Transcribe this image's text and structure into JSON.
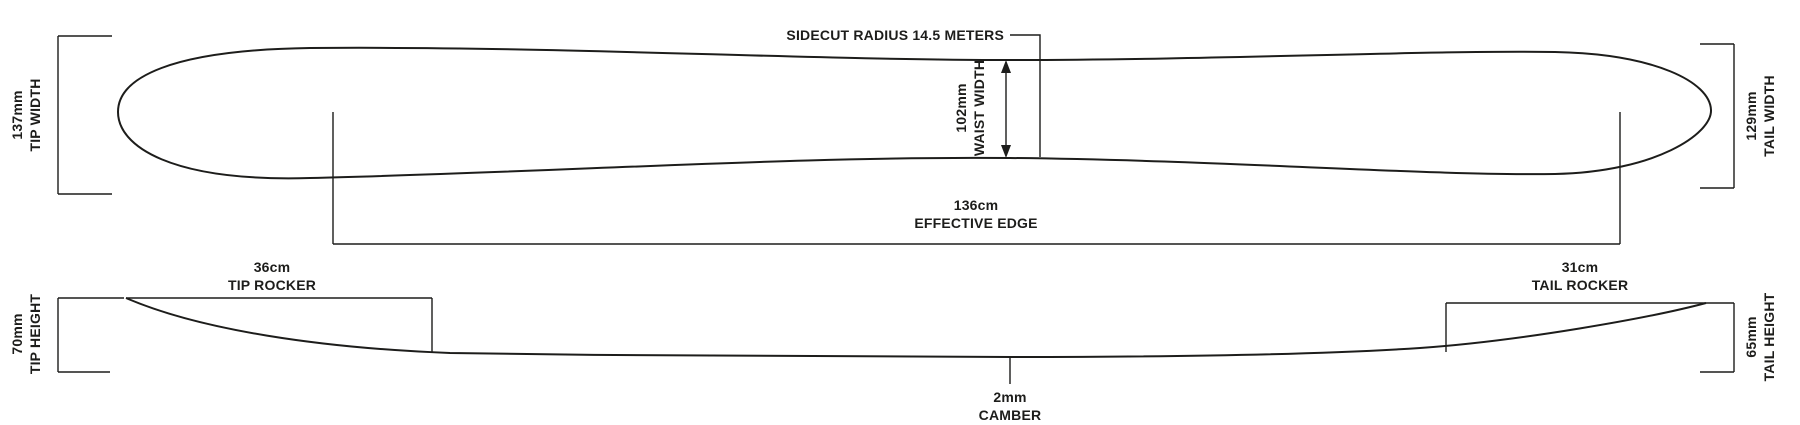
{
  "colors": {
    "line": "#1d1d1b",
    "background": "#ffffff"
  },
  "top_view": {
    "sidecut": {
      "label": "SIDECUT RADIUS 14.5 METERS"
    },
    "tip_width": {
      "value": "137mm",
      "label": "TIP WIDTH"
    },
    "waist_width": {
      "value": "102mm",
      "label": "WAIST WIDTH"
    },
    "tail_width": {
      "value": "129mm",
      "label": "TAIL WIDTH"
    },
    "effective_edge": {
      "value": "136cm",
      "label": "EFFECTIVE EDGE"
    }
  },
  "profile_view": {
    "tip_height": {
      "value": "70mm",
      "label": "TIP HEIGHT"
    },
    "tip_rocker": {
      "value": "36cm",
      "label": "TIP ROCKER"
    },
    "tail_rocker": {
      "value": "31cm",
      "label": "TAIL ROCKER"
    },
    "tail_height": {
      "value": "65mm",
      "label": "TAIL HEIGHT"
    },
    "camber": {
      "value": "2mm",
      "label": "CAMBER"
    }
  }
}
